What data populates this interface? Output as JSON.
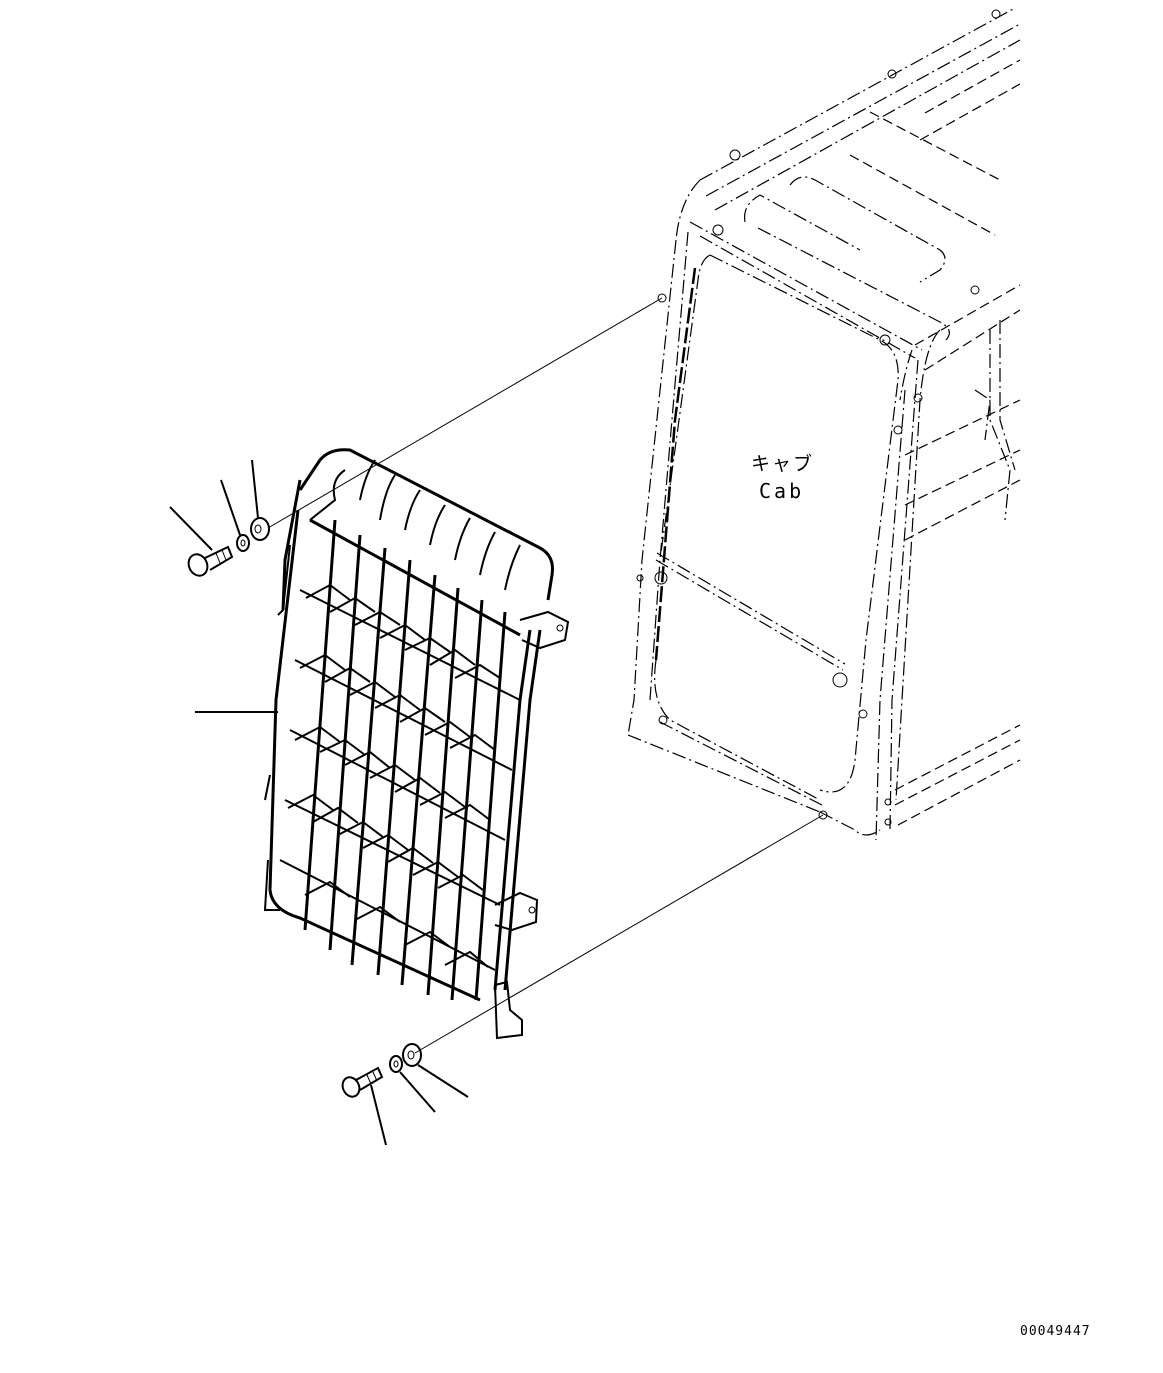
{
  "diagram": {
    "type": "exploded parts illustration",
    "colors": {
      "background": "#ffffff",
      "line": "#000000"
    },
    "labels": {
      "cab_japanese": "キャブ",
      "cab_english": "Cab",
      "drawing_number": "00049447"
    },
    "parts": [
      {
        "name": "grille-guard",
        "callout": ""
      },
      {
        "name": "upper-bolt",
        "callout": ""
      },
      {
        "name": "upper-lock-washer",
        "callout": ""
      },
      {
        "name": "upper-flat-washer",
        "callout": ""
      },
      {
        "name": "lower-bolt",
        "callout": ""
      },
      {
        "name": "lower-lock-washer",
        "callout": ""
      },
      {
        "name": "lower-flat-washer",
        "callout": ""
      }
    ]
  }
}
